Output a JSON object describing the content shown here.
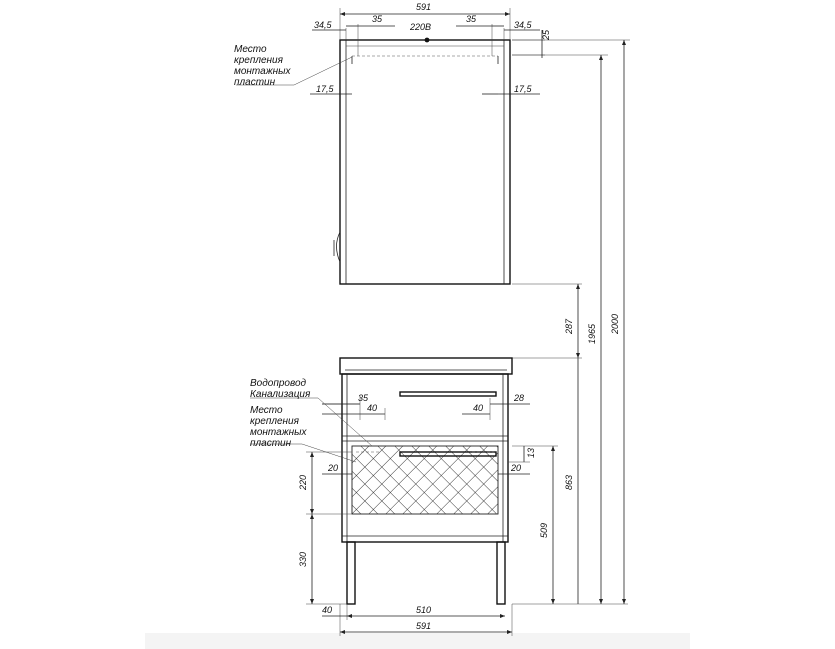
{
  "notes": {
    "mount_top": [
      "Место",
      "крепления",
      "монтажных",
      "пластин"
    ],
    "plumbing": [
      "Водопровод",
      "Канализация"
    ],
    "mount_bottom": [
      "Место",
      "крепления",
      "монтажных",
      "пластин"
    ],
    "power": "220В"
  },
  "dims": {
    "top_width": "591",
    "top_left_edge": "34,5",
    "top_left_inset": "35",
    "top_right_inset": "35",
    "top_right_edge": "34,5",
    "top_offset": "25",
    "top_left_mount": "17,5",
    "top_right_mount": "17,5",
    "gap_height": "287",
    "height_1965": "1965",
    "height_2000": "2000",
    "pipe_left_35": "35",
    "pipe_left_40": "40",
    "pipe_right_40": "40",
    "pipe_right_28": "28",
    "drawer_13": "13",
    "mount_left_20": "20",
    "mount_right_20": "20",
    "height_863": "863",
    "height_509": "509",
    "height_220": "220",
    "height_330": "330",
    "bottom_40": "40",
    "bottom_510": "510",
    "bottom_width": "591"
  }
}
